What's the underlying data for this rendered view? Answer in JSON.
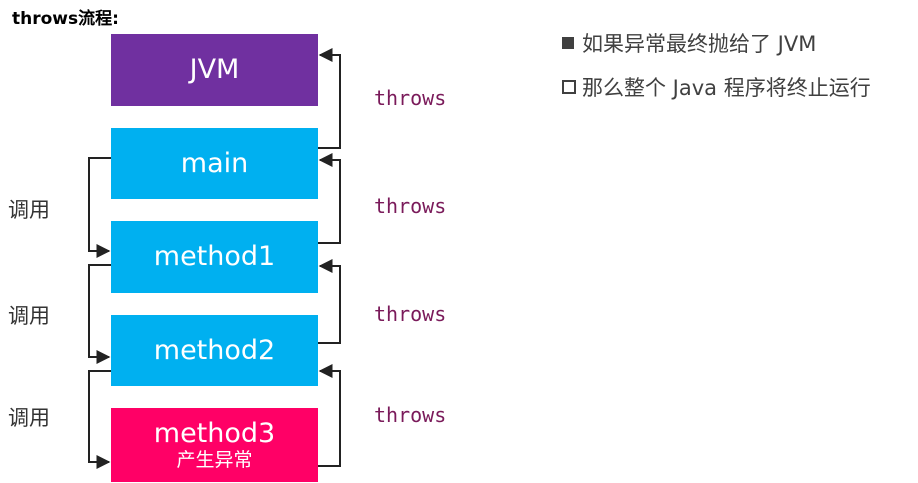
{
  "title": "throws流程:",
  "boxes": {
    "jvm": "JVM",
    "main": "main",
    "method1": "method1",
    "method2": "method2",
    "method3": "method3",
    "method3_sub": "产生异常"
  },
  "throws_labels": [
    "throws",
    "throws",
    "throws",
    "throws"
  ],
  "call_labels": [
    "调用",
    "调用",
    "调用"
  ],
  "notes": [
    "如果异常最终抛给了 JVM",
    "那么整个 Java 程序将终止运行"
  ],
  "colors": {
    "jvm": "#7030a0",
    "method": "#00b0f0",
    "exception": "#ff0066",
    "throws_text": "#7a1a5a"
  }
}
